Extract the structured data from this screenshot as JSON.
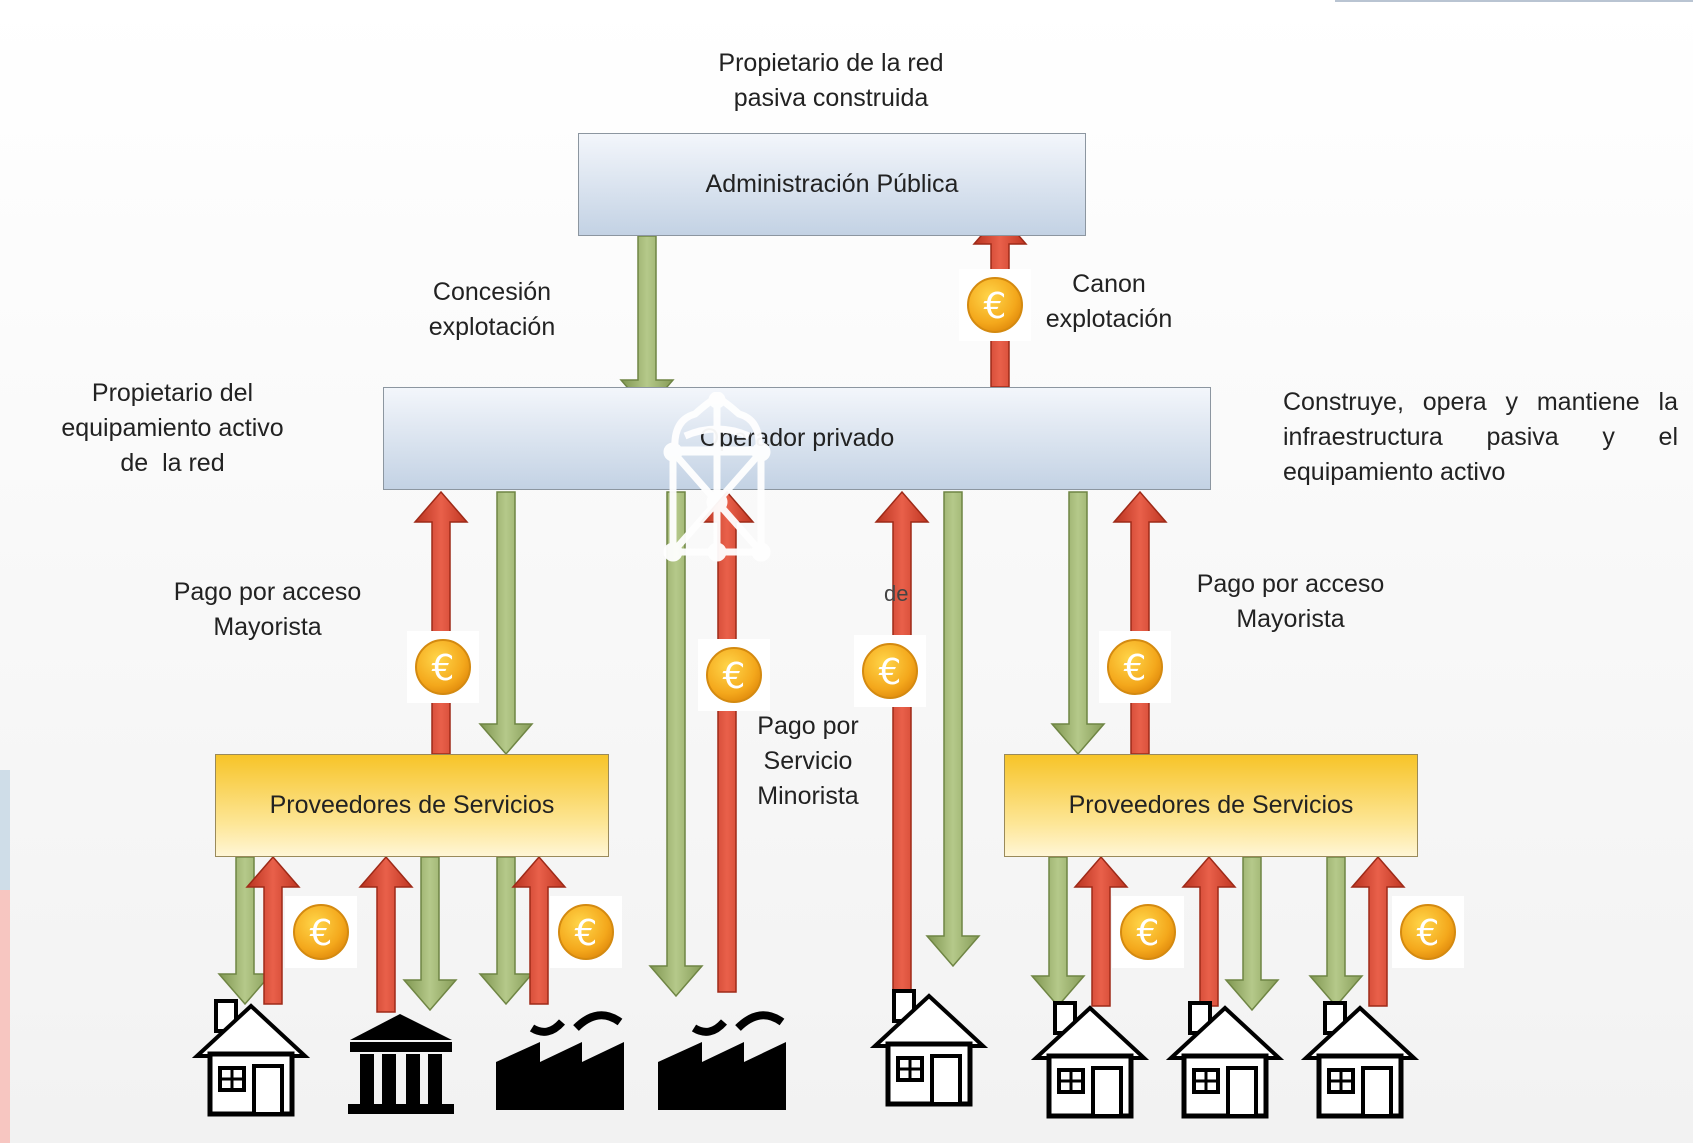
{
  "title": {
    "line1": "Propietario de la red",
    "line2": "pasiva construida"
  },
  "boxes": {
    "admin": "Administración Pública",
    "operator": "Operador privado",
    "providers_left": "Proveedores de Servicios",
    "providers_right": "Proveedores de Servicios"
  },
  "labels": {
    "concesion": {
      "line1": "Concesión",
      "line2": "explotación"
    },
    "canon": {
      "line1": "Canon",
      "line2": "explotación"
    },
    "propietario_activo": {
      "line1": "Propietario del",
      "line2": "equipamiento activo",
      "line3": "de  la red"
    },
    "construye": {
      "line1": "Construye, opera y mantiene la",
      "line2": "infraestructura pasiva y el",
      "line3": "equipamiento activo"
    },
    "pago_mayorista_left": {
      "line1": "Pago por acceso",
      "line2": "Mayorista"
    },
    "pago_mayorista_right": {
      "line1": "Pago por acceso",
      "line2": "Mayorista"
    },
    "pago_minorista": {
      "line1": "Pago por",
      "line2": "Servicio",
      "line3": "Minorista"
    },
    "fragment": "de"
  },
  "icons": {
    "coin": "euro-coin-icon",
    "currency_symbol": "€",
    "house": "house-icon",
    "institution": "institution-icon",
    "factory": "factory-icon",
    "watermark": "crest-watermark-icon"
  },
  "colors": {
    "arrow_green": "#9bb16b",
    "arrow_red": "#d9452f",
    "coin": "#f4a81c",
    "box_blue": "#c3d2e4",
    "box_gold": "#f7c428"
  }
}
